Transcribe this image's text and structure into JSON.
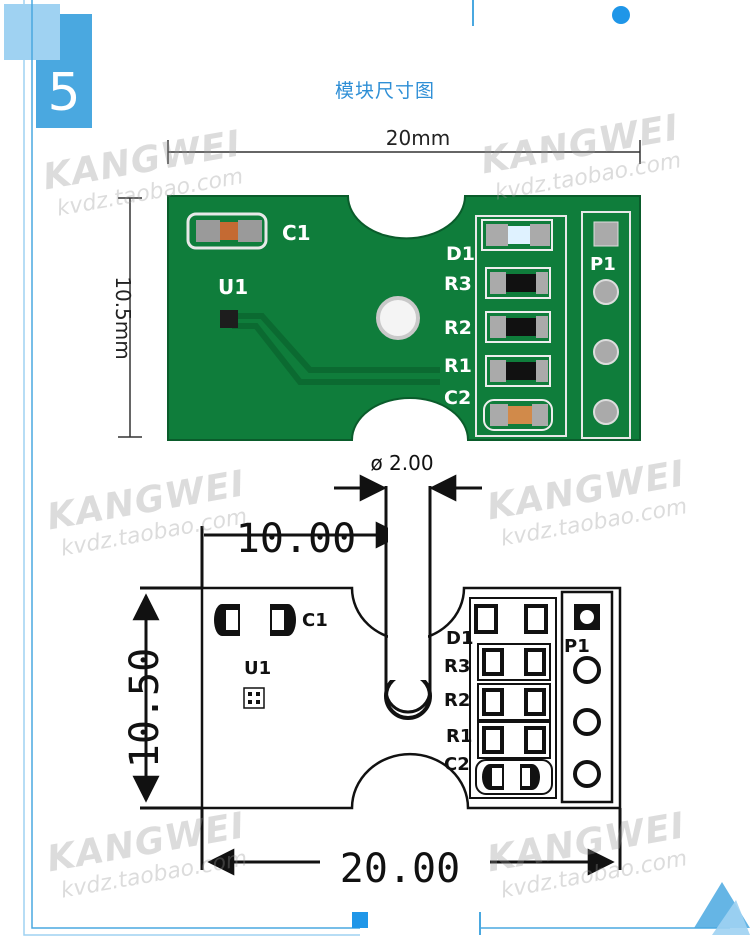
{
  "header": {
    "section_number": "5",
    "title": "模块尺寸图"
  },
  "photo": {
    "width_label": "20mm",
    "height_label": "10.5mm",
    "labels": {
      "c1": "C1",
      "u1": "U1",
      "d1": "D1",
      "r3": "R3",
      "r2": "R2",
      "r1": "R1",
      "c2": "C2",
      "p1": "P1"
    }
  },
  "drawing": {
    "hole_label": "ø 2.00",
    "hole_offset_label": "10.00",
    "height_label": "10.50",
    "width_label": "20.00",
    "labels": {
      "c1": "C1",
      "u1": "U1",
      "d1": "D1",
      "r3": "R3",
      "r2": "R2",
      "r1": "R1",
      "c2": "C2",
      "p1": "P1"
    }
  },
  "watermark": {
    "brand": "KANGWEI",
    "shop": "kvdz.taobao.com"
  },
  "colors": {
    "accent": "#4aa8e0",
    "title": "#2f8fd6",
    "pcb_green": "#0f7d3b"
  }
}
